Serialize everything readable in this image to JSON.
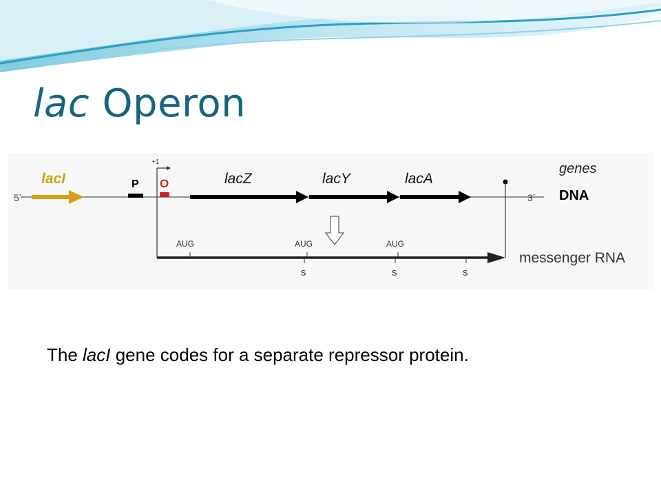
{
  "title": {
    "italic": "lac",
    "rest": " Operon"
  },
  "diagram": {
    "lacI": "lacI",
    "five_prime": "5´",
    "three_prime": "3´",
    "promoter": "P",
    "operator": "O",
    "plus_one": "+1",
    "genes": [
      "lacZ",
      "lacY",
      "lacA"
    ],
    "right_label_genes": "genes",
    "right_label_dna": "DNA",
    "right_label_mrna": "messenger RNA",
    "start_codons": [
      "AUG",
      "AUG",
      "AUG"
    ],
    "stop_marks": [
      "s",
      "s",
      "s"
    ]
  },
  "caption": {
    "before": "The ",
    "italic": "lacI",
    "after": " gene codes for a separate repressor protein."
  },
  "colors": {
    "title": "#17657d",
    "lacI_arrow": "#d4a017",
    "operator": "#cc2222",
    "gene_arrows": "#000000",
    "wave_light": "#bfe6f2",
    "wave_dark": "#2a9fc4"
  }
}
